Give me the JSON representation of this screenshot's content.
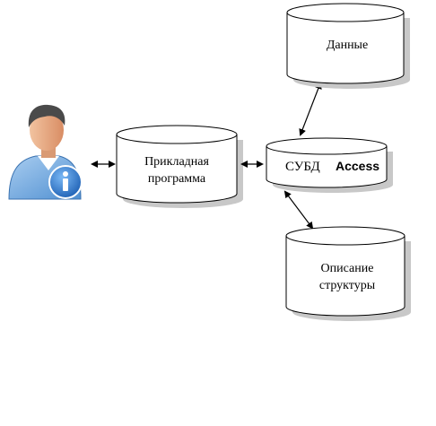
{
  "nodes": {
    "data_store": {
      "label": "Данные"
    },
    "app_program": {
      "line1": "Прикладная",
      "line2": "программа"
    },
    "dbms": {
      "label": "СУБД",
      "suffix": "Access"
    },
    "structure_desc": {
      "line1": "Описание",
      "line2": "структуры"
    }
  },
  "icons": {
    "user": "user-info-icon"
  },
  "colors": {
    "stroke": "#000000",
    "fill": "#ffffff",
    "shadow": "#c8c8c8",
    "info_blue": "#2f7fd8",
    "shirt": "#7fb3e6",
    "skin": "#e8a47c",
    "hair": "#4a4a4a"
  }
}
